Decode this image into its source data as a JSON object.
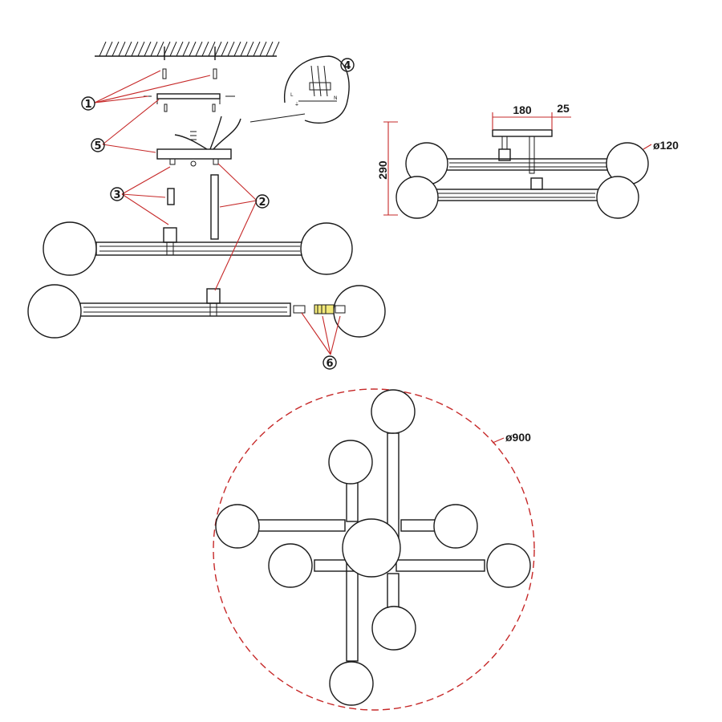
{
  "callouts": {
    "c1": "1",
    "c2": "2",
    "c3": "3",
    "c4": "4",
    "c5": "5",
    "c6": "6"
  },
  "dimensions": {
    "width": "180",
    "offset": "25",
    "height": "290",
    "globe_diameter": "ø120",
    "overall_diameter": "ø900"
  },
  "wiring_labels": {
    "live": "L",
    "earth": "⏚",
    "neutral": "N"
  },
  "colors": {
    "line": "#1a1a1a",
    "leader": "#c62828",
    "connector": "#f3e97a"
  }
}
